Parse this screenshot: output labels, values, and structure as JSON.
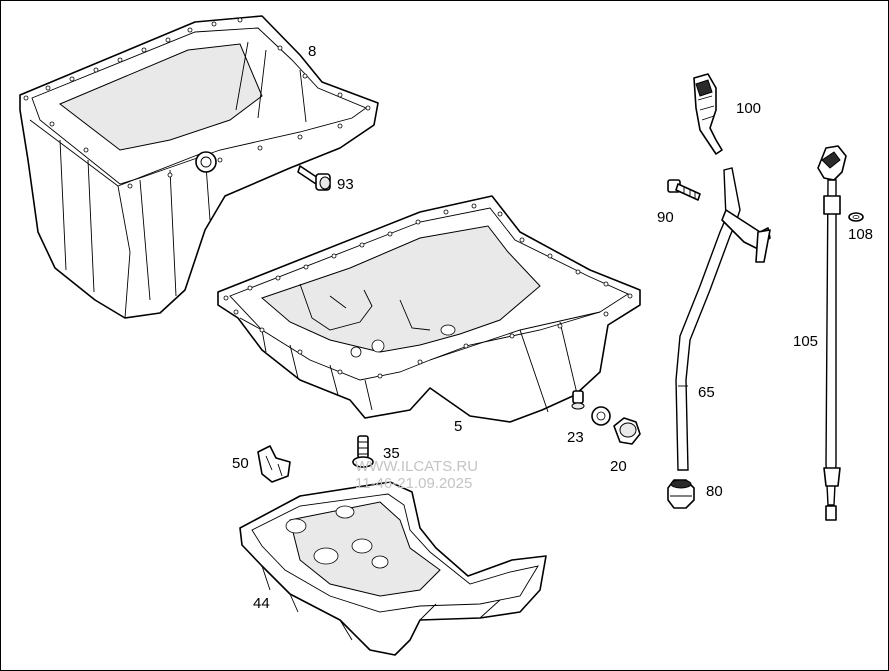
{
  "labels": {
    "p8": "8",
    "p93": "93",
    "p100": "100",
    "p90": "90",
    "p108": "108",
    "p105": "105",
    "p65": "65",
    "p5": "5",
    "p23": "23",
    "p20": "20",
    "p50": "50",
    "p35": "35",
    "p80": "80",
    "p44": "44"
  },
  "watermark": {
    "line1": "WWW.ILCATS.RU",
    "line2": "11-46-21.09.2025"
  }
}
